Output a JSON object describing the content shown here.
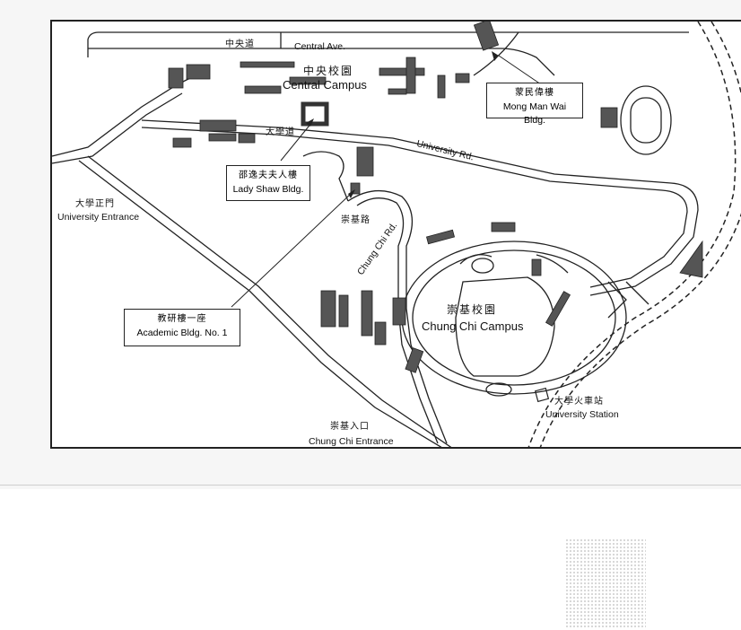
{
  "map": {
    "roads": {
      "central_ave_zh": "中央道",
      "central_ave_en": "Central Ave.",
      "university_rd_zh": "大學道",
      "university_rd_en": "University Rd.",
      "chung_chi_rd_zh": "崇基路",
      "chung_chi_rd_en": "Chung Chi Rd."
    },
    "campuses": {
      "central_zh": "中央校園",
      "central_en": "Central Campus",
      "chung_chi_zh": "崇基校園",
      "chung_chi_en": "Chung Chi Campus"
    },
    "places": {
      "university_entrance_zh": "大學正門",
      "university_entrance_en": "University Entrance",
      "chung_chi_entrance_zh": "崇基入口",
      "chung_chi_entrance_en": "Chung Chi Entrance",
      "university_station_zh": "大學火車站",
      "university_station_en": "University Station"
    },
    "callouts": {
      "mong_man_wai_zh": "蒙民偉樓",
      "mong_man_wai_en": "Mong Man Wai Bldg.",
      "lady_shaw_zh": "邵逸夫夫人樓",
      "lady_shaw_en": "Lady Shaw Bldg.",
      "academic_no1_zh": "教研樓一座",
      "academic_no1_en": "Academic Bldg. No. 1"
    },
    "colors": {
      "ink": "#222222",
      "building": "#555555",
      "paper": "#ffffff"
    }
  }
}
